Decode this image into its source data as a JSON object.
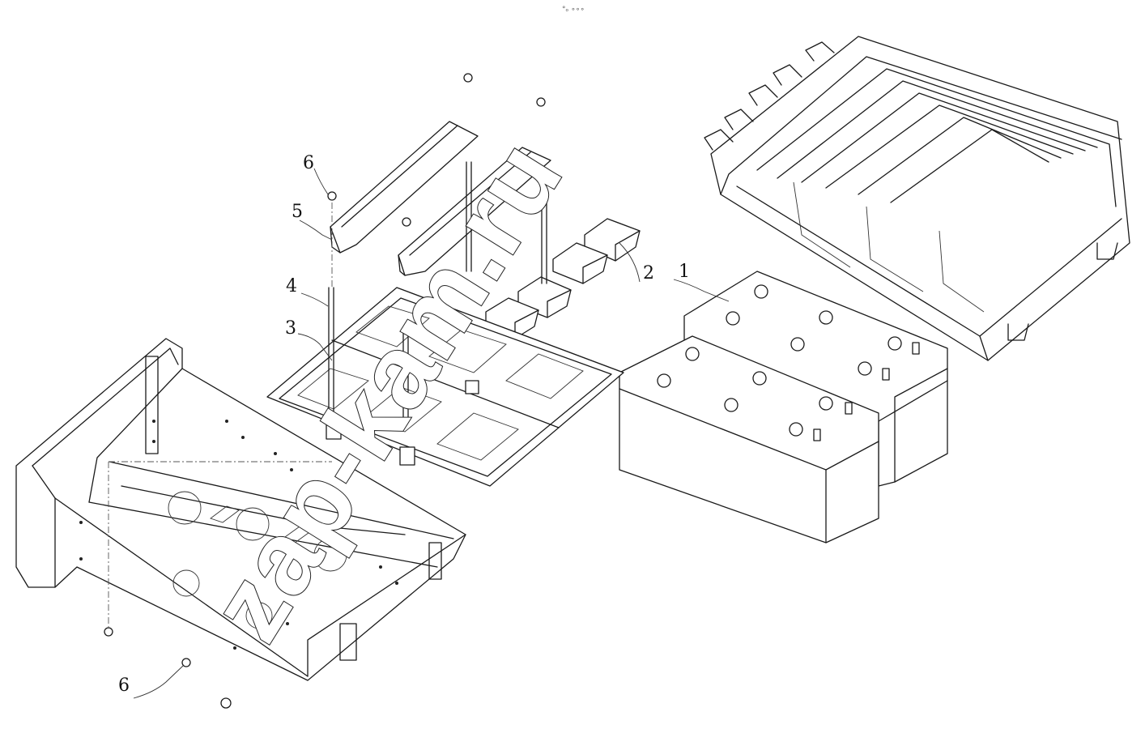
{
  "header_mark": "°ₒ ∘∘∘",
  "watermark": "zap-kam.ru",
  "callouts": [
    {
      "id": "c1",
      "label": "1"
    },
    {
      "id": "c2",
      "label": "2"
    },
    {
      "id": "c3",
      "label": "3"
    },
    {
      "id": "c4",
      "label": "4"
    },
    {
      "id": "c5",
      "label": "5"
    },
    {
      "id": "c6a",
      "label": "6"
    },
    {
      "id": "c6b",
      "label": "6"
    }
  ]
}
